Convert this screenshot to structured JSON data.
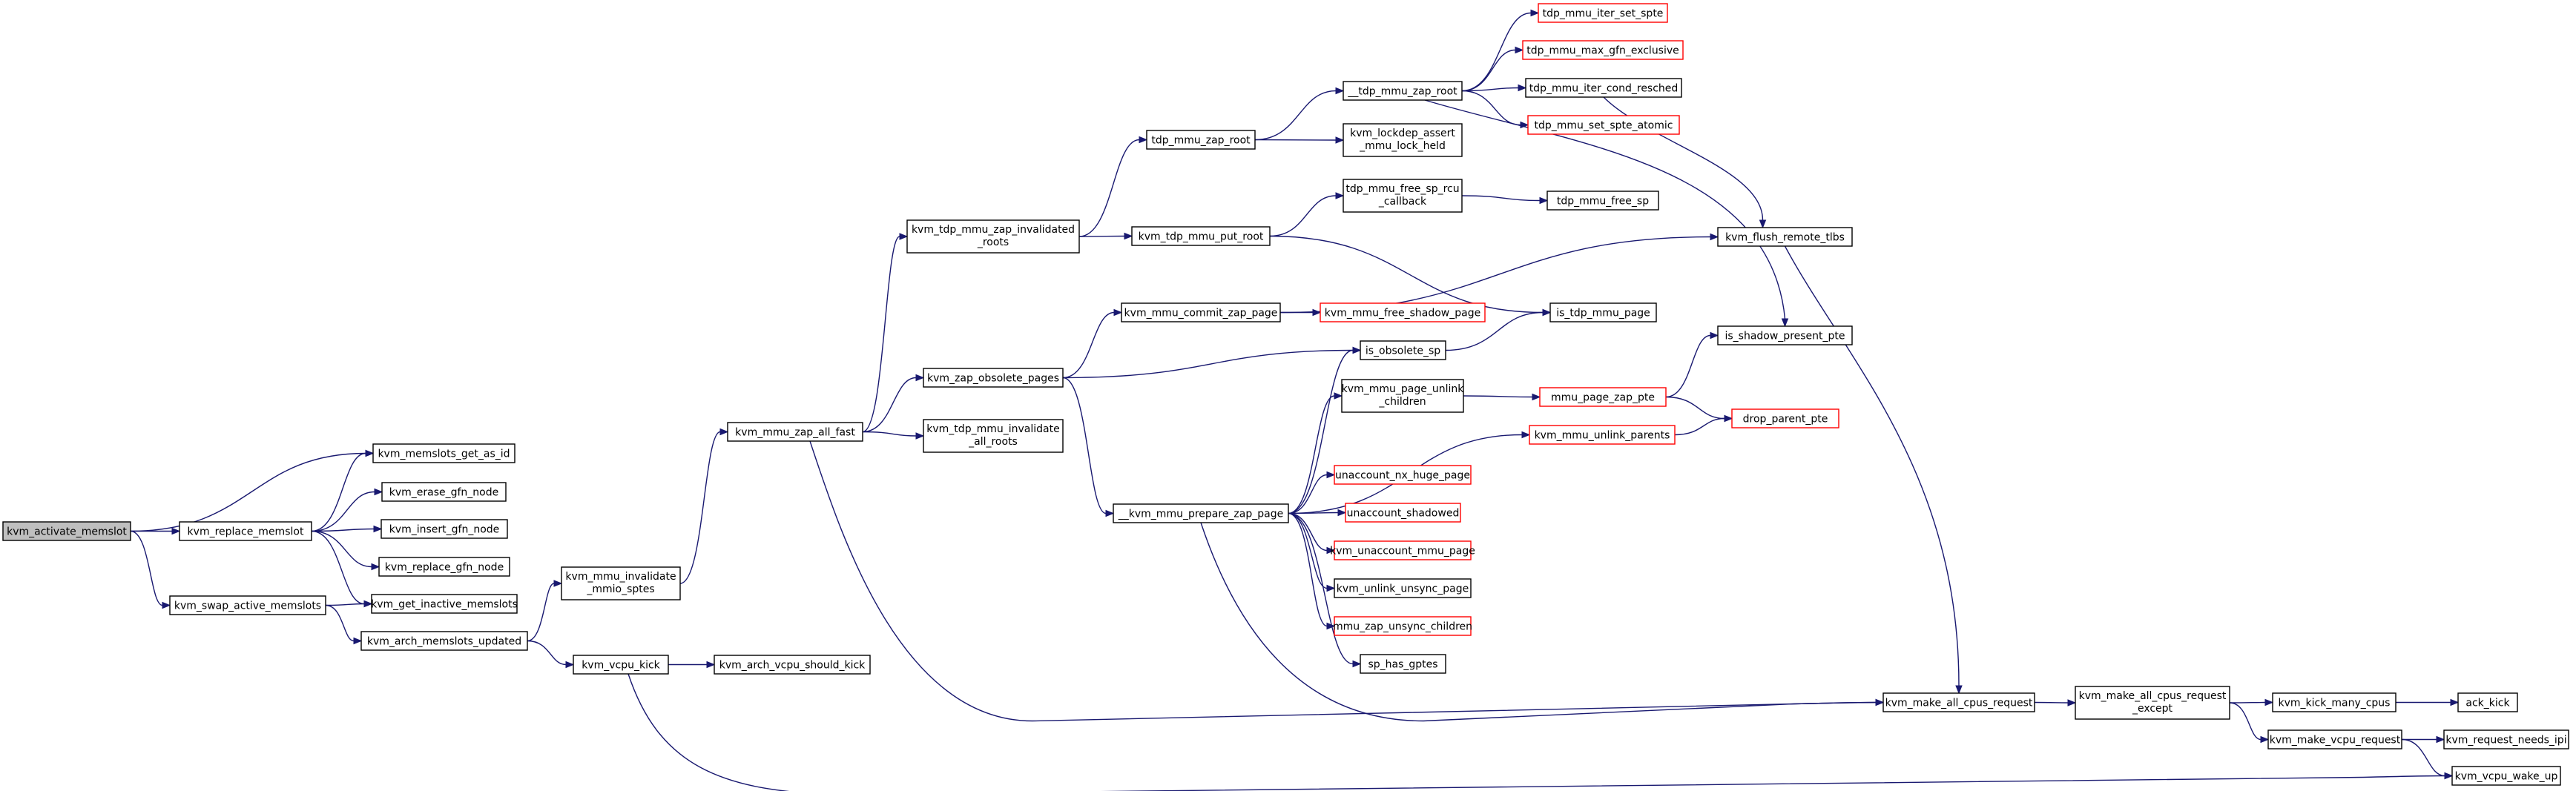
{
  "graph": {
    "nodes": [
      {
        "id": "n1",
        "label": "kvm_activate_memslot",
        "root": true
      },
      {
        "id": "n2",
        "label": "kvm_replace_memslot"
      },
      {
        "id": "n3",
        "label": "kvm_swap_active_memslots"
      },
      {
        "id": "n4",
        "label": "kvm_memslots_get_as_id"
      },
      {
        "id": "n5",
        "label": "kvm_erase_gfn_node"
      },
      {
        "id": "n6",
        "label": "kvm_insert_gfn_node"
      },
      {
        "id": "n7",
        "label": "kvm_replace_gfn_node"
      },
      {
        "id": "n8",
        "label": "kvm_get_inactive_memslots"
      },
      {
        "id": "n9",
        "label": "kvm_arch_memslots_updated"
      },
      {
        "id": "n10",
        "label": "kvm_mmu_invalidate_mmio_sptes"
      },
      {
        "id": "n11",
        "label": "kvm_vcpu_kick"
      },
      {
        "id": "n12",
        "label": "kvm_arch_vcpu_should_kick"
      },
      {
        "id": "n13",
        "label": "kvm_mmu_zap_all_fast"
      },
      {
        "id": "n14",
        "label": "kvm_tdp_mmu_zap_invalidated_roots"
      },
      {
        "id": "n15",
        "label": "kvm_zap_obsolete_pages"
      },
      {
        "id": "n16",
        "label": "kvm_tdp_mmu_invalidate_all_roots"
      },
      {
        "id": "n17",
        "label": "tdp_mmu_zap_root"
      },
      {
        "id": "n18",
        "label": "kvm_tdp_mmu_put_root"
      },
      {
        "id": "n19",
        "label": "kvm_mmu_commit_zap_page"
      },
      {
        "id": "n20",
        "label": "__kvm_mmu_prepare_zap_page"
      },
      {
        "id": "n21",
        "label": "__tdp_mmu_zap_root"
      },
      {
        "id": "n22",
        "label": "kvm_lockdep_assert_mmu_lock_held"
      },
      {
        "id": "n23",
        "label": "tdp_mmu_free_sp_rcu_callback"
      },
      {
        "id": "n24",
        "label": "kvm_mmu_free_shadow_page",
        "ext": true
      },
      {
        "id": "n25",
        "label": "is_obsolete_sp"
      },
      {
        "id": "n26",
        "label": "kvm_mmu_page_unlink_children"
      },
      {
        "id": "n27",
        "label": "kvm_mmu_unlink_parents",
        "ext": true
      },
      {
        "id": "n28",
        "label": "unaccount_nx_huge_page",
        "ext": true
      },
      {
        "id": "n29",
        "label": "unaccount_shadowed",
        "ext": true
      },
      {
        "id": "n30",
        "label": "kvm_unaccount_mmu_page",
        "ext": true
      },
      {
        "id": "n31",
        "label": "kvm_unlink_unsync_page"
      },
      {
        "id": "n32",
        "label": "mmu_zap_unsync_children",
        "ext": true
      },
      {
        "id": "n33",
        "label": "sp_has_gptes"
      },
      {
        "id": "n34",
        "label": "tdp_mmu_iter_set_spte",
        "ext": true
      },
      {
        "id": "n35",
        "label": "tdp_mmu_max_gfn_exclusive",
        "ext": true
      },
      {
        "id": "n36",
        "label": "tdp_mmu_iter_cond_resched"
      },
      {
        "id": "n37",
        "label": "tdp_mmu_set_spte_atomic",
        "ext": true
      },
      {
        "id": "n38",
        "label": "tdp_mmu_free_sp"
      },
      {
        "id": "n39",
        "label": "is_tdp_mmu_page"
      },
      {
        "id": "n40",
        "label": "mmu_page_zap_pte",
        "ext": true
      },
      {
        "id": "n41",
        "label": "kvm_flush_remote_tlbs"
      },
      {
        "id": "n42",
        "label": "is_shadow_present_pte"
      },
      {
        "id": "n43",
        "label": "drop_parent_pte",
        "ext": true
      },
      {
        "id": "n44",
        "label": "kvm_make_all_cpus_request"
      },
      {
        "id": "n45",
        "label": "kvm_make_all_cpus_request_except"
      },
      {
        "id": "n46",
        "label": "kvm_kick_many_cpus"
      },
      {
        "id": "n47",
        "label": "kvm_make_vcpu_request"
      },
      {
        "id": "n48",
        "label": "ack_kick"
      },
      {
        "id": "n49",
        "label": "kvm_request_needs_ipi"
      },
      {
        "id": "n50",
        "label": "kvm_vcpu_wake_up"
      }
    ],
    "edges": [
      [
        "n1",
        "n2"
      ],
      [
        "n1",
        "n3"
      ],
      [
        "n1",
        "n4"
      ],
      [
        "n2",
        "n4"
      ],
      [
        "n2",
        "n5"
      ],
      [
        "n2",
        "n6"
      ],
      [
        "n2",
        "n7"
      ],
      [
        "n2",
        "n8"
      ],
      [
        "n3",
        "n8"
      ],
      [
        "n3",
        "n9"
      ],
      [
        "n9",
        "n10"
      ],
      [
        "n9",
        "n11"
      ],
      [
        "n10",
        "n13"
      ],
      [
        "n11",
        "n12"
      ],
      [
        "n11",
        "n50"
      ],
      [
        "n13",
        "n14"
      ],
      [
        "n13",
        "n15"
      ],
      [
        "n13",
        "n16"
      ],
      [
        "n13",
        "n44"
      ],
      [
        "n14",
        "n17"
      ],
      [
        "n14",
        "n18"
      ],
      [
        "n17",
        "n21"
      ],
      [
        "n17",
        "n22"
      ],
      [
        "n21",
        "n34"
      ],
      [
        "n21",
        "n35"
      ],
      [
        "n21",
        "n36"
      ],
      [
        "n21",
        "n37"
      ],
      [
        "n21",
        "n42"
      ],
      [
        "n36",
        "n41"
      ],
      [
        "n18",
        "n23"
      ],
      [
        "n18",
        "n39"
      ],
      [
        "n23",
        "n38"
      ],
      [
        "n15",
        "n19"
      ],
      [
        "n15",
        "n25"
      ],
      [
        "n15",
        "n20"
      ],
      [
        "n19",
        "n24"
      ],
      [
        "n19",
        "n41"
      ],
      [
        "n25",
        "n39"
      ],
      [
        "n20",
        "n25"
      ],
      [
        "n20",
        "n26"
      ],
      [
        "n20",
        "n27"
      ],
      [
        "n20",
        "n28"
      ],
      [
        "n20",
        "n29"
      ],
      [
        "n20",
        "n30"
      ],
      [
        "n20",
        "n31"
      ],
      [
        "n20",
        "n32"
      ],
      [
        "n20",
        "n33"
      ],
      [
        "n20",
        "n44"
      ],
      [
        "n26",
        "n40"
      ],
      [
        "n40",
        "n42"
      ],
      [
        "n40",
        "n43"
      ],
      [
        "n27",
        "n43"
      ],
      [
        "n41",
        "n44"
      ],
      [
        "n44",
        "n45"
      ],
      [
        "n45",
        "n46"
      ],
      [
        "n45",
        "n47"
      ],
      [
        "n46",
        "n48"
      ],
      [
        "n47",
        "n49"
      ],
      [
        "n47",
        "n50"
      ]
    ]
  }
}
